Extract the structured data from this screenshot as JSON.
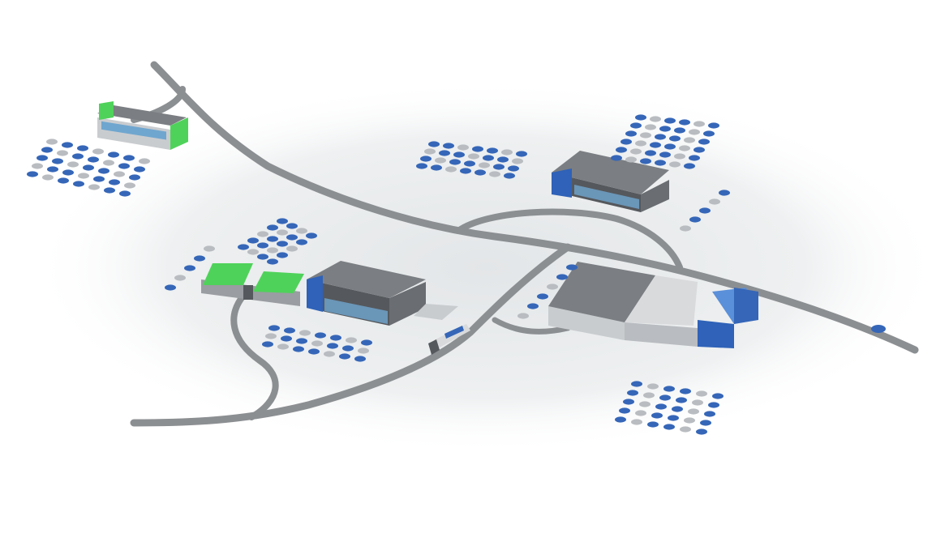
{
  "scene": {
    "description_visible_text": "",
    "colors": {
      "background": "#ffffff",
      "ground_shadow": "#e7e9eb",
      "road": "#8c8f92",
      "road_edge": "#7a7d80",
      "building_roof": "#7b7e82",
      "building_wall": "#55585c",
      "building_light": "#c9cccf",
      "accent_blue": "#2f62b8",
      "accent_blue_light": "#5a8fd9",
      "accent_green": "#4fd25a",
      "car_blue": "#3566b8",
      "car_silver": "#b9bcc0",
      "glass": "#6fa6cf"
    },
    "elements": {
      "roads": [
        "main-highway",
        "loop-road",
        "left-spur",
        "bottom-road",
        "top-spur"
      ],
      "buildings": [
        {
          "name": "green-roof-dealership-top-left",
          "accent": "green"
        },
        {
          "name": "green-canopy-service-center",
          "accent": "green"
        },
        {
          "name": "dark-showroom-center",
          "accent": "blue"
        },
        {
          "name": "dark-showroom-top-right",
          "accent": "blue"
        },
        {
          "name": "large-warehouse-right",
          "accent": "blue"
        }
      ],
      "vehicles": [
        "parked-car-lots",
        "truck-on-road",
        "blue-car-on-highway"
      ]
    }
  }
}
